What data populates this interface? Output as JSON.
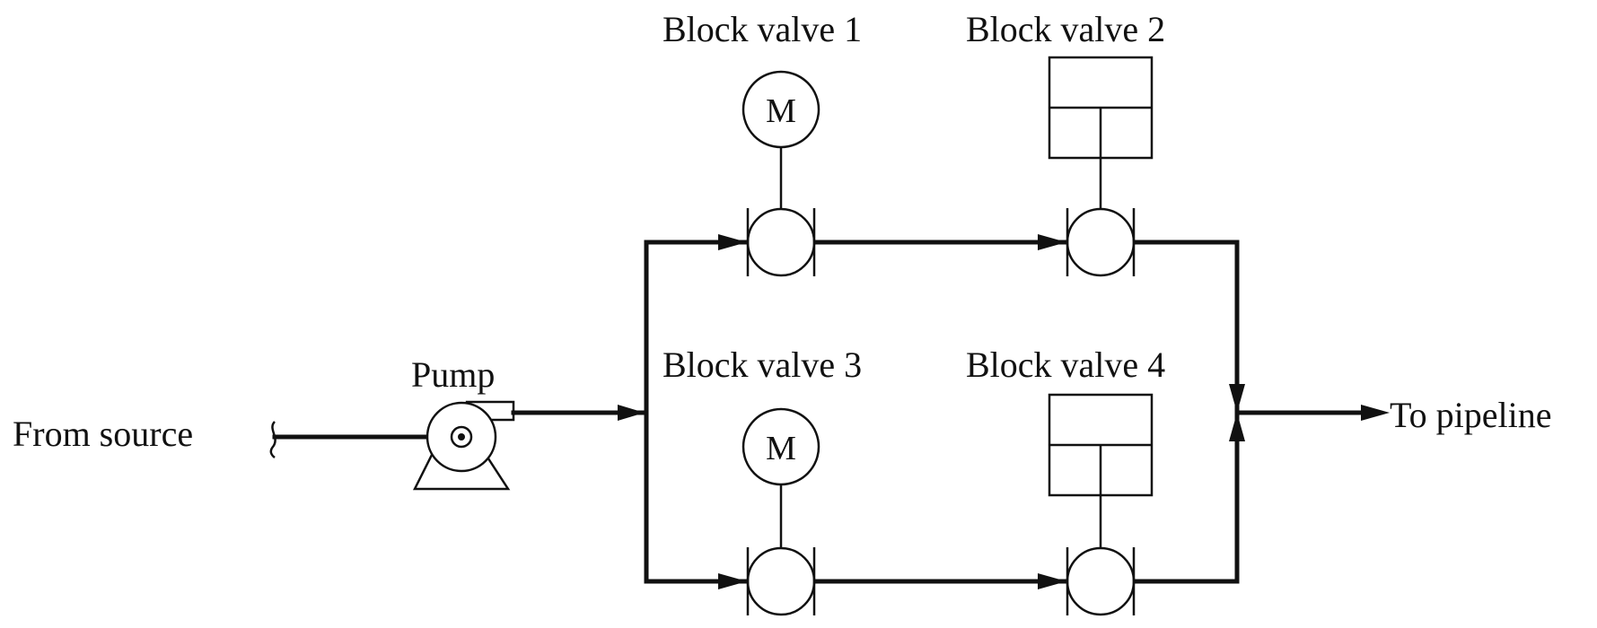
{
  "labels": {
    "source": "From source",
    "pump": "Pump",
    "destination": "To pipeline"
  },
  "valves": [
    {
      "label": "Block valve 1",
      "actuator": "motor",
      "actuator_letter": "M"
    },
    {
      "label": "Block valve 2",
      "actuator": "box"
    },
    {
      "label": "Block valve 3",
      "actuator": "motor",
      "actuator_letter": "M"
    },
    {
      "label": "Block valve 4",
      "actuator": "box"
    }
  ],
  "colors": {
    "line": "#111111",
    "background": "#ffffff"
  }
}
